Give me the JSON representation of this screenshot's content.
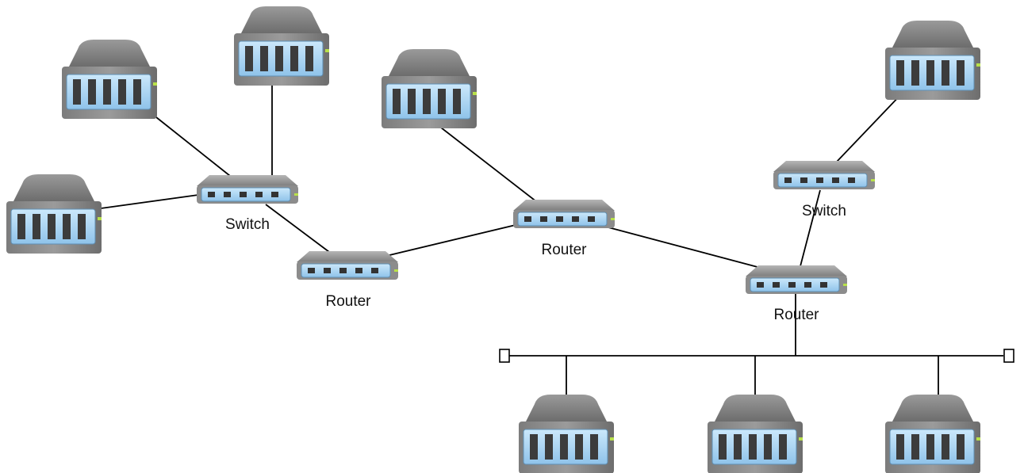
{
  "diagram": {
    "labels": {
      "switch_left": "Switch",
      "router_left": "Router",
      "router_center": "Router",
      "switch_right": "Switch",
      "router_right": "Router"
    }
  },
  "colors": {
    "line": "#000000",
    "device_top": "#8a8a8a",
    "device_body": "#6f6f6f",
    "panel": "#a9d6f5",
    "port": "#3a3a3a",
    "led": "#b8e04a"
  },
  "icons": [
    "server-icon",
    "switch-icon",
    "router-icon",
    "terminator-icon"
  ]
}
